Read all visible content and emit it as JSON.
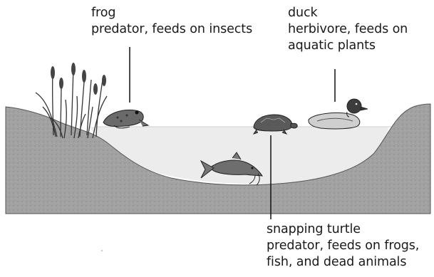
{
  "labels": {
    "frog": {
      "name": "frog",
      "desc": "predator, feeds on insects"
    },
    "duck": {
      "name": "duck",
      "desc_line1": "herbivore, feeds on",
      "desc_line2": "aquatic plants"
    },
    "turtle": {
      "name": "snapping turtle",
      "desc_line1": "predator, feeds on frogs,",
      "desc_line2": "fish, and dead animals"
    }
  },
  "colors": {
    "ground": "#9d9d9d",
    "water": "#ececec",
    "ink": "#1a1a1a"
  }
}
